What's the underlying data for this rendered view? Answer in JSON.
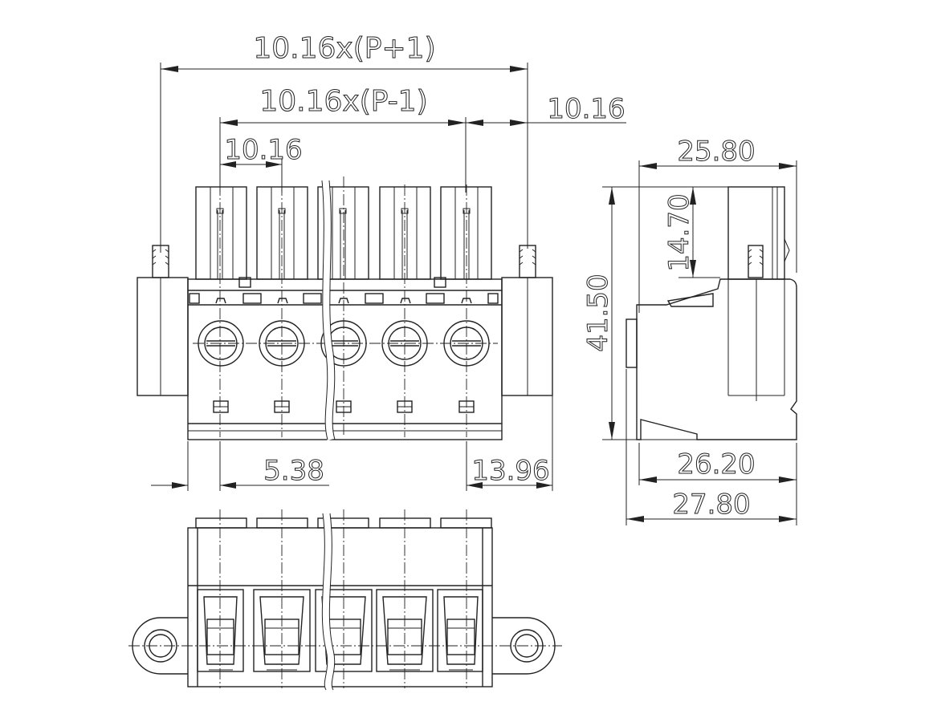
{
  "drawing": {
    "dimensions": {
      "overall_width": "10.16x(P+1)",
      "inner_width": "10.16x(P-1)",
      "flange_pitch": "10.16",
      "pitch": "10.16",
      "side_depth": "25.80",
      "pin_height": "14.70",
      "total_height": "41.50",
      "offset_left": "5.38",
      "offset_right": "13.96",
      "base_depth": "26.20",
      "overall_depth": "27.80"
    }
  }
}
